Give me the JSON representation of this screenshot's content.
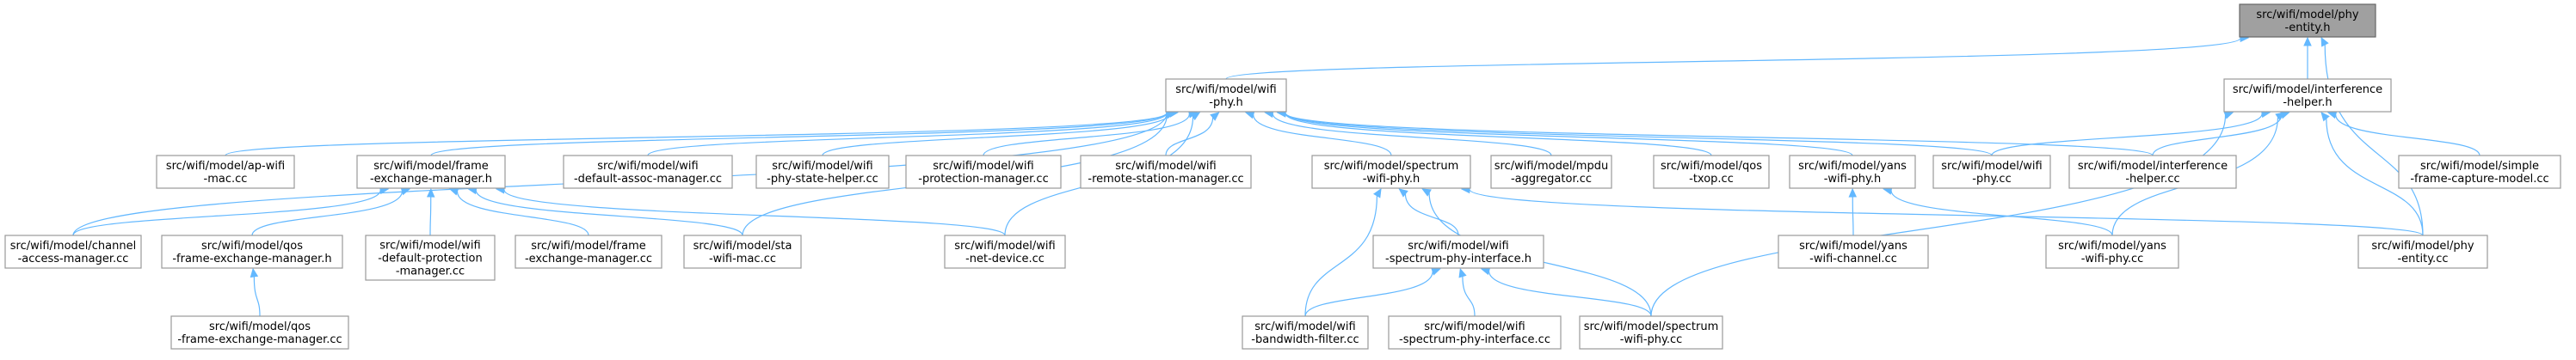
{
  "graph": {
    "nodes": {
      "phy_entity_h": {
        "lines": [
          "src/wifi/model/phy",
          "-entity.h"
        ],
        "root": true
      },
      "wifi_phy_h": {
        "lines": [
          "src/wifi/model/wifi",
          "-phy.h"
        ]
      },
      "interference_helper_h": {
        "lines": [
          "src/wifi/model/interference",
          "-helper.h"
        ]
      },
      "ap_wifi_mac_cc": {
        "lines": [
          "src/wifi/model/ap-wifi",
          "-mac.cc"
        ]
      },
      "frame_exchange_manager_h": {
        "lines": [
          "src/wifi/model/frame",
          "-exchange-manager.h"
        ]
      },
      "default_assoc_manager_cc": {
        "lines": [
          "src/wifi/model/wifi",
          "-default-assoc-manager.cc"
        ]
      },
      "phy_state_helper_cc": {
        "lines": [
          "src/wifi/model/wifi",
          "-phy-state-helper.cc"
        ]
      },
      "protection_manager_cc": {
        "lines": [
          "src/wifi/model/wifi",
          "-protection-manager.cc"
        ]
      },
      "remote_station_manager_cc": {
        "lines": [
          "src/wifi/model/wifi",
          "-remote-station-manager.cc"
        ]
      },
      "spectrum_wifi_phy_h": {
        "lines": [
          "src/wifi/model/spectrum",
          "-wifi-phy.h"
        ]
      },
      "mpdu_aggregator_cc": {
        "lines": [
          "src/wifi/model/mpdu",
          "-aggregator.cc"
        ]
      },
      "qos_txop_cc": {
        "lines": [
          "src/wifi/model/qos",
          "-txop.cc"
        ]
      },
      "yans_wifi_phy_h": {
        "lines": [
          "src/wifi/model/yans",
          "-wifi-phy.h"
        ]
      },
      "wifi_phy_cc": {
        "lines": [
          "src/wifi/model/wifi",
          "-phy.cc"
        ]
      },
      "interference_helper_cc": {
        "lines": [
          "src/wifi/model/interference",
          "-helper.cc"
        ]
      },
      "simple_frame_capture_model_cc": {
        "lines": [
          "src/wifi/model/simple",
          "-frame-capture-model.cc"
        ]
      },
      "channel_access_manager_cc": {
        "lines": [
          "src/wifi/model/channel",
          "-access-manager.cc"
        ]
      },
      "qos_frame_exchange_manager_h": {
        "lines": [
          "src/wifi/model/qos",
          "-frame-exchange-manager.h"
        ]
      },
      "default_protection_manager_cc": {
        "lines": [
          "src/wifi/model/wifi",
          "-default-protection",
          "-manager.cc"
        ]
      },
      "frame_exchange_manager_cc": {
        "lines": [
          "src/wifi/model/frame",
          "-exchange-manager.cc"
        ]
      },
      "sta_wifi_mac_cc": {
        "lines": [
          "src/wifi/model/sta",
          "-wifi-mac.cc"
        ]
      },
      "wifi_net_device_cc": {
        "lines": [
          "src/wifi/model/wifi",
          "-net-device.cc"
        ]
      },
      "spectrum_phy_interface_h": {
        "lines": [
          "src/wifi/model/wifi",
          "-spectrum-phy-interface.h"
        ]
      },
      "yans_wifi_channel_cc": {
        "lines": [
          "src/wifi/model/yans",
          "-wifi-channel.cc"
        ]
      },
      "yans_wifi_phy_cc": {
        "lines": [
          "src/wifi/model/yans",
          "-wifi-phy.cc"
        ]
      },
      "phy_entity_cc": {
        "lines": [
          "src/wifi/model/phy",
          "-entity.cc"
        ]
      },
      "qos_frame_exchange_manager_cc": {
        "lines": [
          "src/wifi/model/qos",
          "-frame-exchange-manager.cc"
        ]
      },
      "bandwidth_filter_cc": {
        "lines": [
          "src/wifi/model/wifi",
          "-bandwidth-filter.cc"
        ]
      },
      "spectrum_phy_interface_cc": {
        "lines": [
          "src/wifi/model/wifi",
          "-spectrum-phy-interface.cc"
        ]
      },
      "spectrum_wifi_phy_cc": {
        "lines": [
          "src/wifi/model/spectrum",
          "-wifi-phy.cc"
        ]
      }
    },
    "edges": [
      [
        "wifi_phy_h",
        "phy_entity_h"
      ],
      [
        "interference_helper_h",
        "phy_entity_h"
      ],
      [
        "phy_entity_cc",
        "phy_entity_h"
      ],
      [
        "ap_wifi_mac_cc",
        "wifi_phy_h"
      ],
      [
        "frame_exchange_manager_h",
        "wifi_phy_h"
      ],
      [
        "default_assoc_manager_cc",
        "wifi_phy_h"
      ],
      [
        "phy_state_helper_cc",
        "wifi_phy_h"
      ],
      [
        "protection_manager_cc",
        "wifi_phy_h"
      ],
      [
        "remote_station_manager_cc",
        "wifi_phy_h"
      ],
      [
        "spectrum_wifi_phy_h",
        "wifi_phy_h"
      ],
      [
        "mpdu_aggregator_cc",
        "wifi_phy_h"
      ],
      [
        "qos_txop_cc",
        "wifi_phy_h"
      ],
      [
        "yans_wifi_phy_h",
        "wifi_phy_h"
      ],
      [
        "wifi_phy_cc",
        "wifi_phy_h"
      ],
      [
        "interference_helper_cc",
        "wifi_phy_h"
      ],
      [
        "channel_access_manager_cc",
        "wifi_phy_h"
      ],
      [
        "sta_wifi_mac_cc",
        "wifi_phy_h"
      ],
      [
        "wifi_net_device_cc",
        "wifi_phy_h"
      ],
      [
        "wifi_phy_cc",
        "interference_helper_h"
      ],
      [
        "interference_helper_cc",
        "interference_helper_h"
      ],
      [
        "simple_frame_capture_model_cc",
        "interference_helper_h"
      ],
      [
        "yans_wifi_phy_cc",
        "interference_helper_h"
      ],
      [
        "phy_entity_cc",
        "interference_helper_h"
      ],
      [
        "spectrum_wifi_phy_cc",
        "interference_helper_h"
      ],
      [
        "channel_access_manager_cc",
        "frame_exchange_manager_h"
      ],
      [
        "qos_frame_exchange_manager_h",
        "frame_exchange_manager_h"
      ],
      [
        "default_protection_manager_cc",
        "frame_exchange_manager_h"
      ],
      [
        "frame_exchange_manager_cc",
        "frame_exchange_manager_h"
      ],
      [
        "sta_wifi_mac_cc",
        "frame_exchange_manager_h"
      ],
      [
        "wifi_net_device_cc",
        "frame_exchange_manager_h"
      ],
      [
        "qos_frame_exchange_manager_cc",
        "qos_frame_exchange_manager_h"
      ],
      [
        "spectrum_phy_interface_h",
        "spectrum_wifi_phy_h"
      ],
      [
        "bandwidth_filter_cc",
        "spectrum_wifi_phy_h"
      ],
      [
        "spectrum_wifi_phy_cc",
        "spectrum_wifi_phy_h"
      ],
      [
        "phy_entity_cc",
        "spectrum_wifi_phy_h"
      ],
      [
        "bandwidth_filter_cc",
        "spectrum_phy_interface_h"
      ],
      [
        "spectrum_phy_interface_cc",
        "spectrum_phy_interface_h"
      ],
      [
        "spectrum_wifi_phy_cc",
        "spectrum_phy_interface_h"
      ],
      [
        "yans_wifi_channel_cc",
        "yans_wifi_phy_h"
      ],
      [
        "yans_wifi_phy_cc",
        "yans_wifi_phy_h"
      ]
    ]
  }
}
